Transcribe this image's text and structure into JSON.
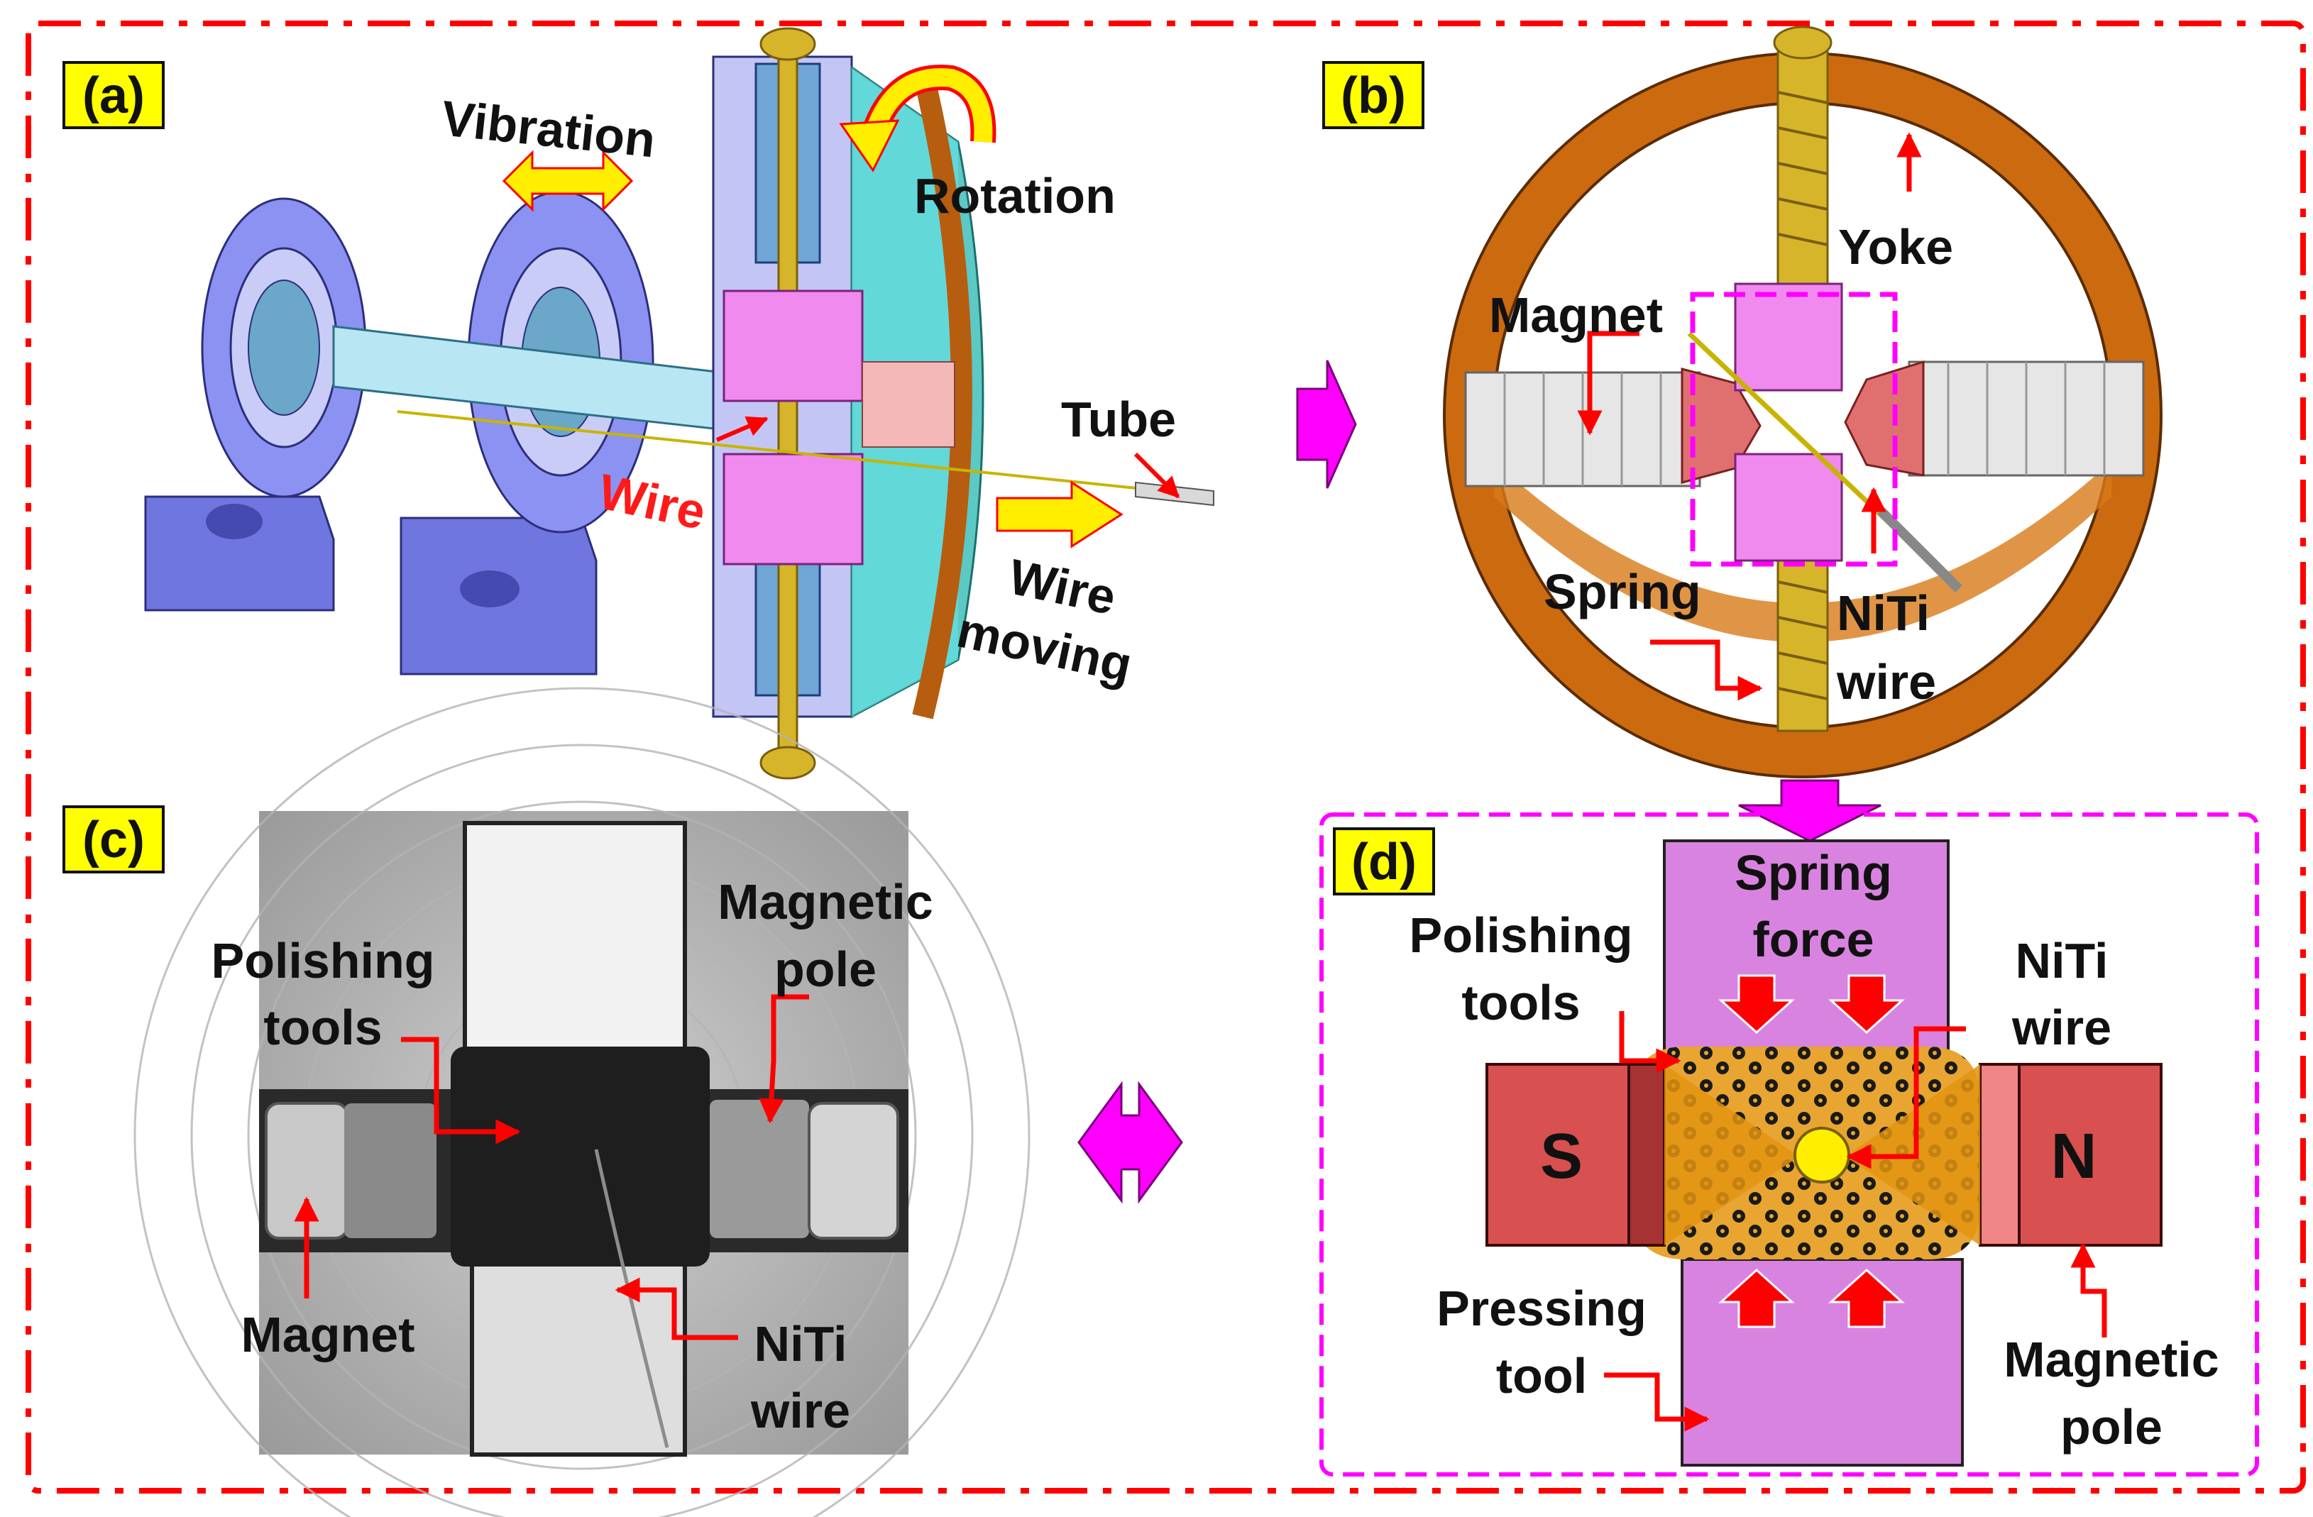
{
  "colors": {
    "frame": "#ff0000",
    "panel_d_border": "#ff00ff",
    "tag_fill": "#ffff00",
    "arrow_red": "#ff0000",
    "arrow_yellow": "#ffee00",
    "flow_arrow": "#ff00ff",
    "housing": "#8a8ff0",
    "yoke": "#cc6a10",
    "magnet_pink": "#f08aee",
    "pole_red": "#d95050",
    "tool_violet": "#d983e0",
    "spring_gold": "#d6b52a"
  },
  "panel_a": {
    "tag": "(a)",
    "vibration": "Vibration",
    "rotation": "Rotation",
    "tube": "Tube",
    "wire": "Wire",
    "wire_moving_1": "Wire",
    "wire_moving_2": "moving"
  },
  "panel_b": {
    "tag": "(b)",
    "yoke": "Yoke",
    "magnet": "Magnet",
    "spring": "Spring",
    "niti_1": "NiTi",
    "niti_2": "wire"
  },
  "panel_c": {
    "tag": "(c)",
    "polishing_1": "Polishing",
    "polishing_2": "tools",
    "magnetic_1": "Magnetic",
    "magnetic_2": "pole",
    "magnet": "Magnet",
    "niti_1": "NiTi",
    "niti_2": "wire"
  },
  "panel_d": {
    "tag": "(d)",
    "spring_force_1": "Spring",
    "spring_force_2": "force",
    "polishing_1": "Polishing",
    "polishing_2": "tools",
    "niti_1": "NiTi",
    "niti_2": "wire",
    "s_pole": "S",
    "n_pole": "N",
    "pressing_1": "Pressing",
    "pressing_2": "tool",
    "magnetic_1": "Magnetic",
    "magnetic_2": "pole"
  }
}
